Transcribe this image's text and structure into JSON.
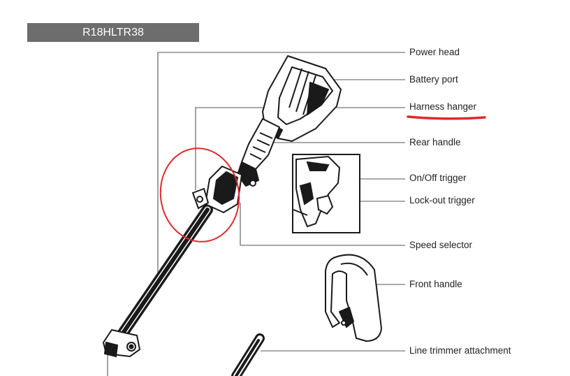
{
  "header": {
    "model": "R18HLTR38"
  },
  "parts": [
    {
      "label": "Power head"
    },
    {
      "label": "Battery port"
    },
    {
      "label": "Harness hanger",
      "underline_color": "#e0292b"
    },
    {
      "label": "Rear handle"
    },
    {
      "label": "On/Off trigger"
    },
    {
      "label": "Lock-out trigger"
    },
    {
      "label": "Speed selector"
    },
    {
      "label": "Front handle"
    },
    {
      "label": "Line trimmer attachment"
    }
  ],
  "highlight": {
    "color": "#e0292b"
  }
}
